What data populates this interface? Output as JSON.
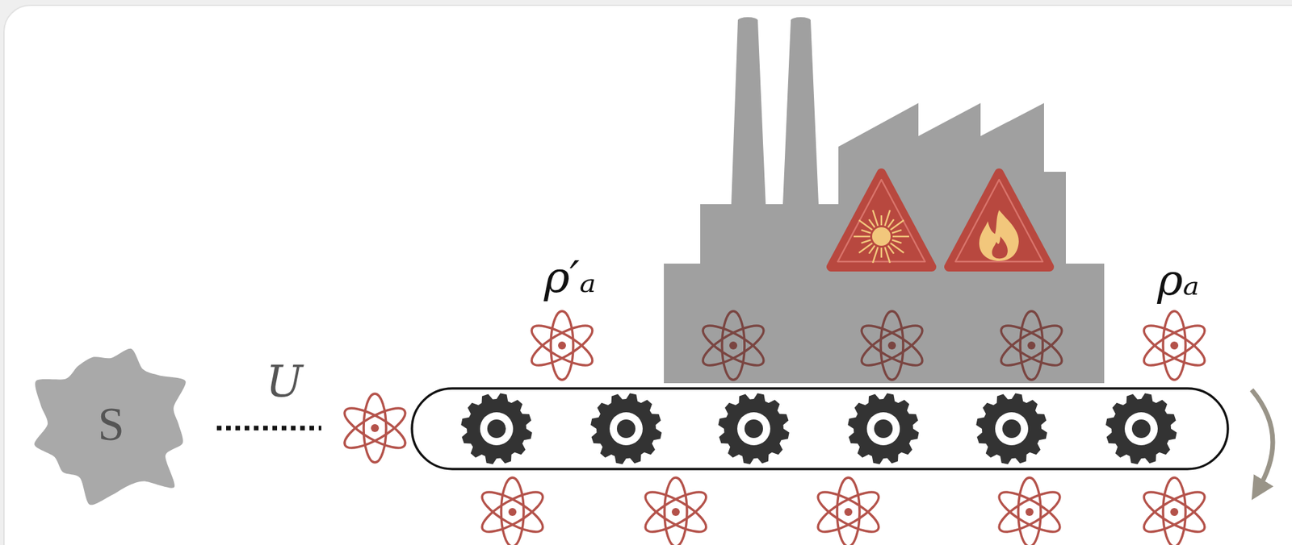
{
  "diagram": {
    "nodes": [
      {
        "text": [
          "S"
        ]
      }
    ],
    "labels": [
      "U",
      "ρ′ₐ",
      "ρₐ"
    ]
  }
}
